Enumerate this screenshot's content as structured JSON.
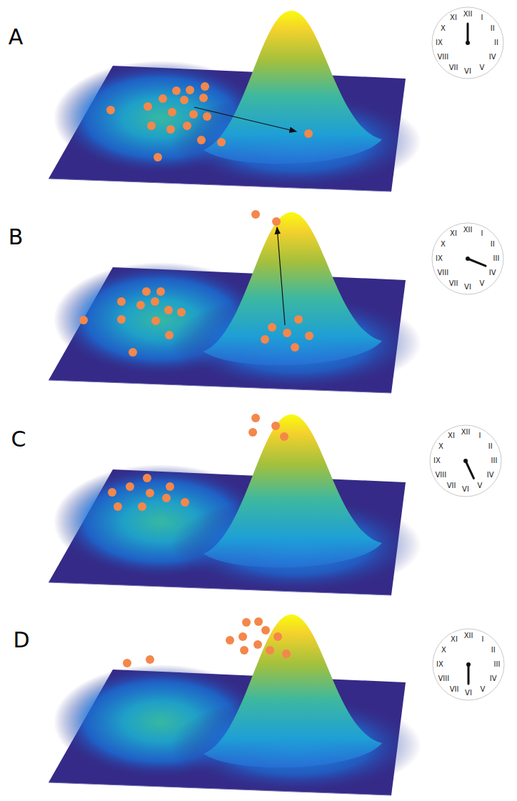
{
  "diagram": {
    "labels": [
      "A",
      "XII",
      "I",
      "II",
      "II",
      "IV",
      "V",
      "VI",
      "VII",
      "VIII",
      "IX",
      "X",
      "XI",
      "B",
      "XII",
      "I",
      "II",
      "III",
      "IV",
      "V",
      "VI",
      "VII",
      "VIII",
      "IX",
      "X",
      "XI",
      "C",
      "XII",
      "I",
      "II",
      "III",
      "IV",
      "V",
      "VI",
      "VII",
      "VIII",
      "IX",
      "X",
      "XI",
      "D",
      "XII",
      "I",
      "II",
      "III",
      "IV",
      "V",
      "VI",
      "VII",
      "VIII",
      "IX",
      "X",
      "XI"
    ]
  }
}
